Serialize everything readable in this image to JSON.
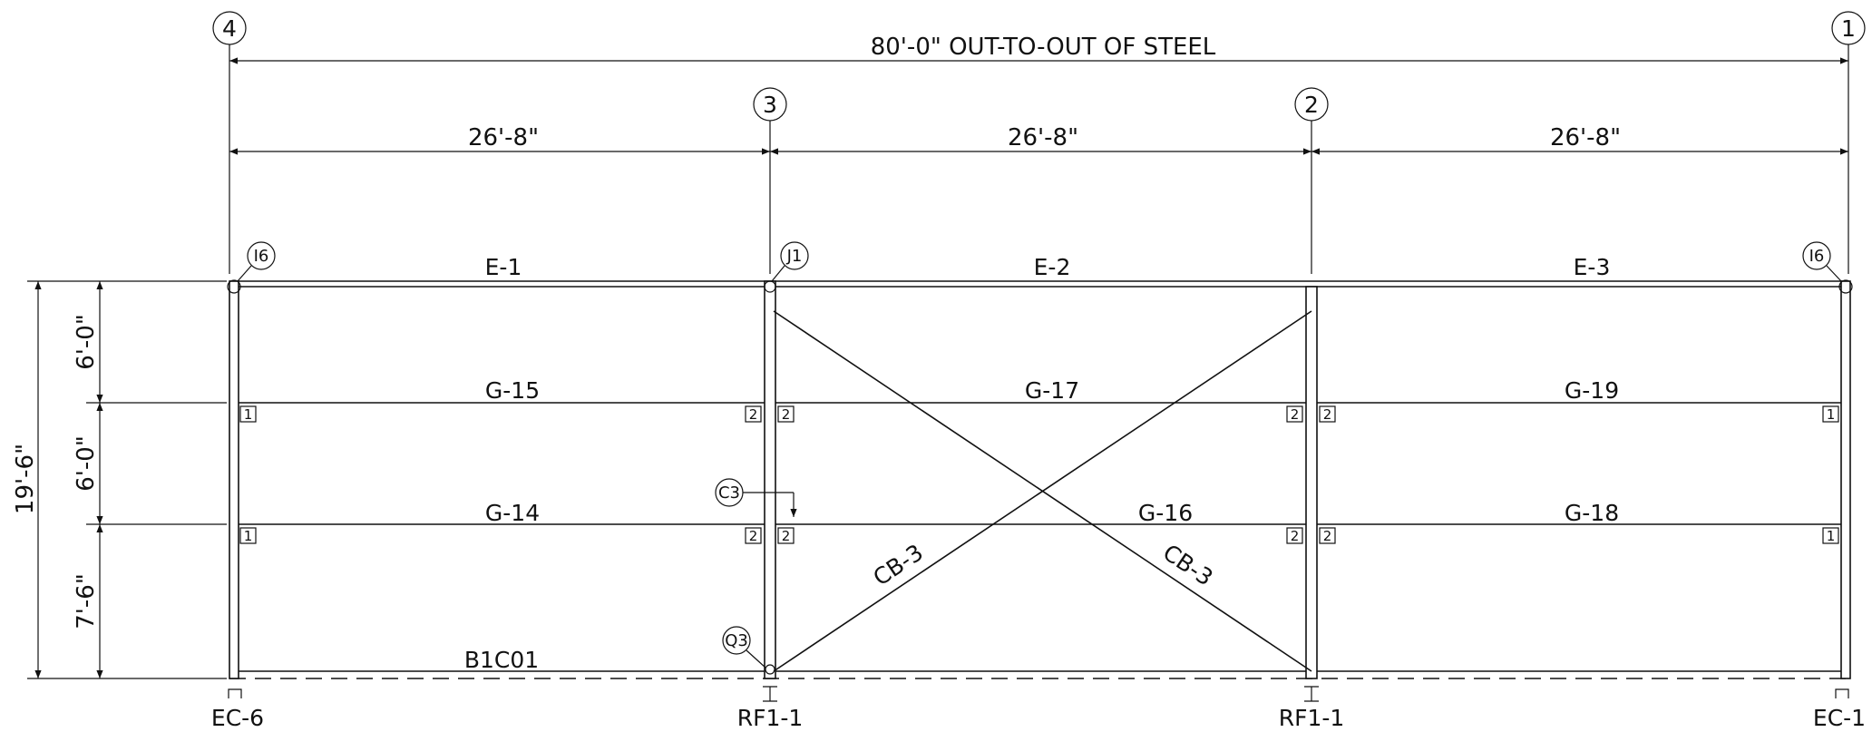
{
  "gridlines": [
    {
      "id": "4",
      "label": "4"
    },
    {
      "id": "3",
      "label": "3"
    },
    {
      "id": "2",
      "label": "2"
    },
    {
      "id": "1",
      "label": "1"
    }
  ],
  "dimensions": {
    "overall": "80'-0\" OUT-TO-OUT OF STEEL",
    "bays": [
      "26'-8\"",
      "26'-8\"",
      "26'-8\""
    ],
    "height_total": "19'-6\"",
    "height_segments": [
      "6'-0\"",
      "6'-0\"",
      "7'-6\""
    ]
  },
  "members": {
    "eave": [
      "E-1",
      "E-2",
      "E-3"
    ],
    "girts_upper": [
      "G-15",
      "G-17",
      "G-19"
    ],
    "girts_lower": [
      "G-14",
      "G-16",
      "G-18"
    ],
    "base": "B1C01",
    "bracing": [
      "CB-3",
      "CB-3"
    ]
  },
  "connection_tags": {
    "top_left": "I6",
    "top_mid": "J1",
    "top_right": "I6",
    "clip_mid": "C3",
    "base_mid": "Q3"
  },
  "girt_clip_numbers": {
    "end": "1",
    "interior": "2"
  },
  "columns": [
    "EC-6",
    "RF1-1",
    "RF1-1",
    "EC-1"
  ]
}
